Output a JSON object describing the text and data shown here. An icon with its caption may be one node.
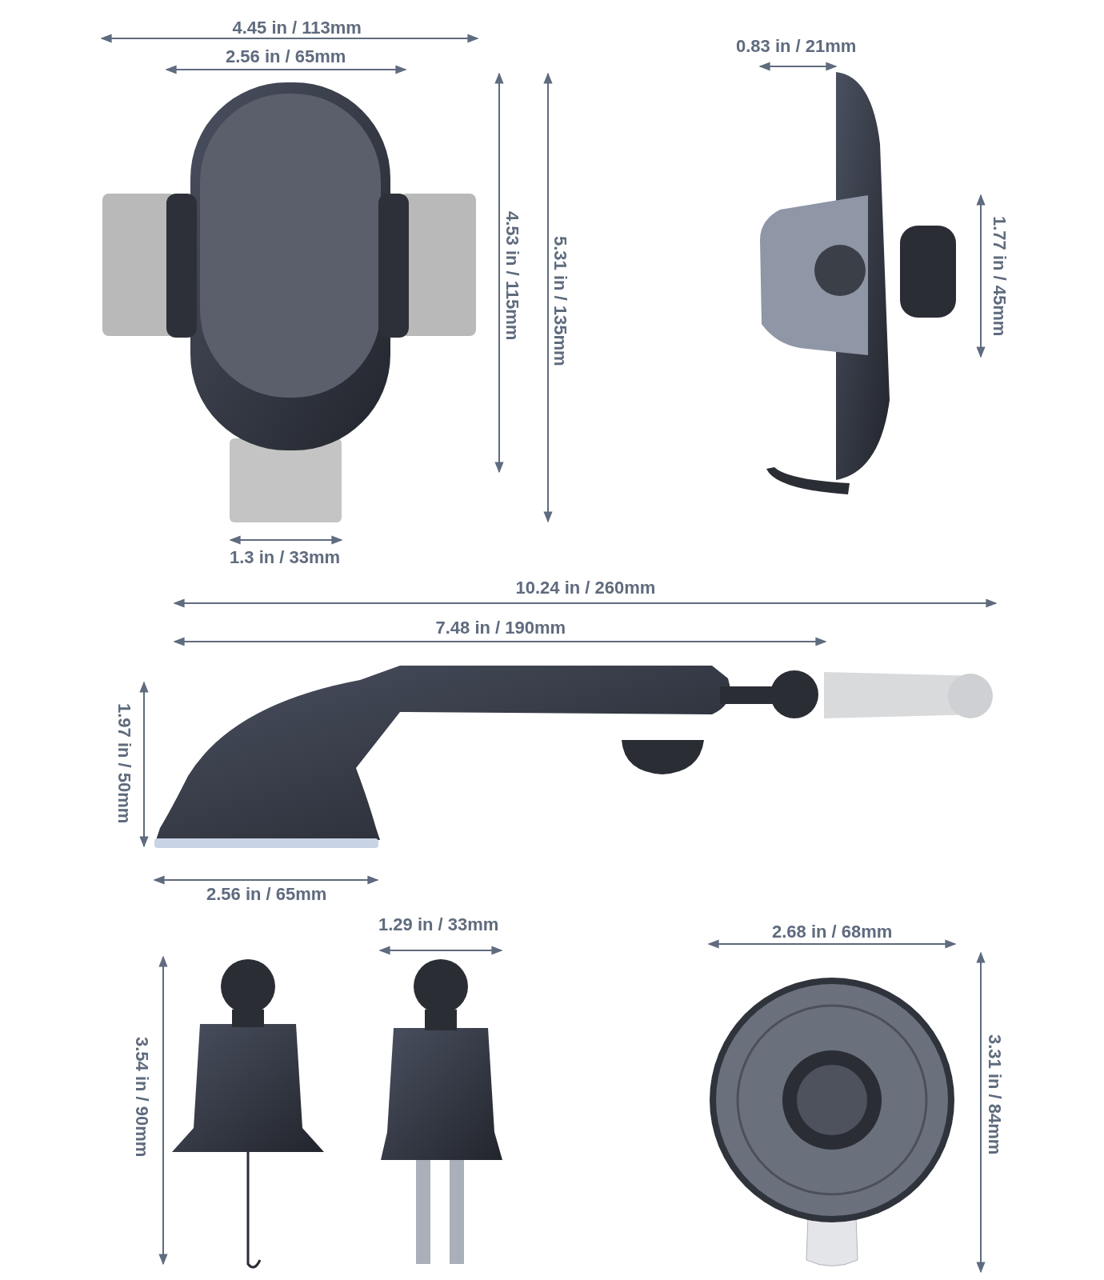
{
  "diagram": {
    "labels": [
      "4.45 in / 113mm",
      "0.83 in / 21mm",
      "2.56 in / 65mm",
      "4.53 in / 115mm",
      "5.31 in / 135mm",
      "1.77 in / 45mm",
      "1.3 in / 33mm",
      "10.24 in / 260mm",
      "7.48 in / 190mm",
      "1.97 in / 50mm",
      "2.56 in / 65mm",
      "1.29 in / 33mm",
      "2.68 in / 68mm",
      "3.54 in / 90mm",
      "3.31 in / 84mm"
    ]
  }
}
